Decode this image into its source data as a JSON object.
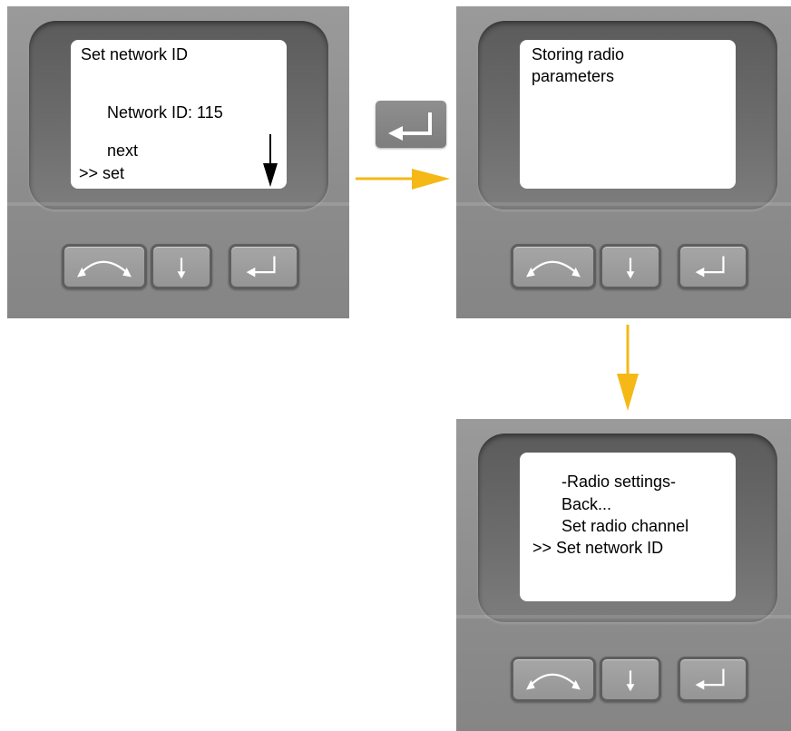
{
  "colors": {
    "flow_arrow": "#F5B817",
    "device_body": "#8F8F8F",
    "screen": "#FFFFFF"
  },
  "panels": [
    {
      "lines": [
        {
          "text": "Set network ID"
        },
        {
          "text": "Network ID: 115"
        },
        {
          "text": "next"
        },
        {
          "text": ">> set"
        }
      ],
      "indicator_icon": "down-arrow-icon"
    },
    {
      "lines": [
        {
          "text": "Storing radio"
        },
        {
          "text": "parameters"
        }
      ]
    },
    {
      "lines": [
        {
          "text": "-Radio settings-"
        },
        {
          "text": "Back..."
        },
        {
          "text": "Set radio channel"
        },
        {
          "text": ">> Set network ID"
        }
      ]
    }
  ],
  "buttons": [
    {
      "icon": "cycle-arrow-icon"
    },
    {
      "icon": "down-arrow-icon"
    },
    {
      "icon": "enter-arrow-icon"
    }
  ],
  "transition_key": {
    "icon": "enter-arrow-icon"
  }
}
